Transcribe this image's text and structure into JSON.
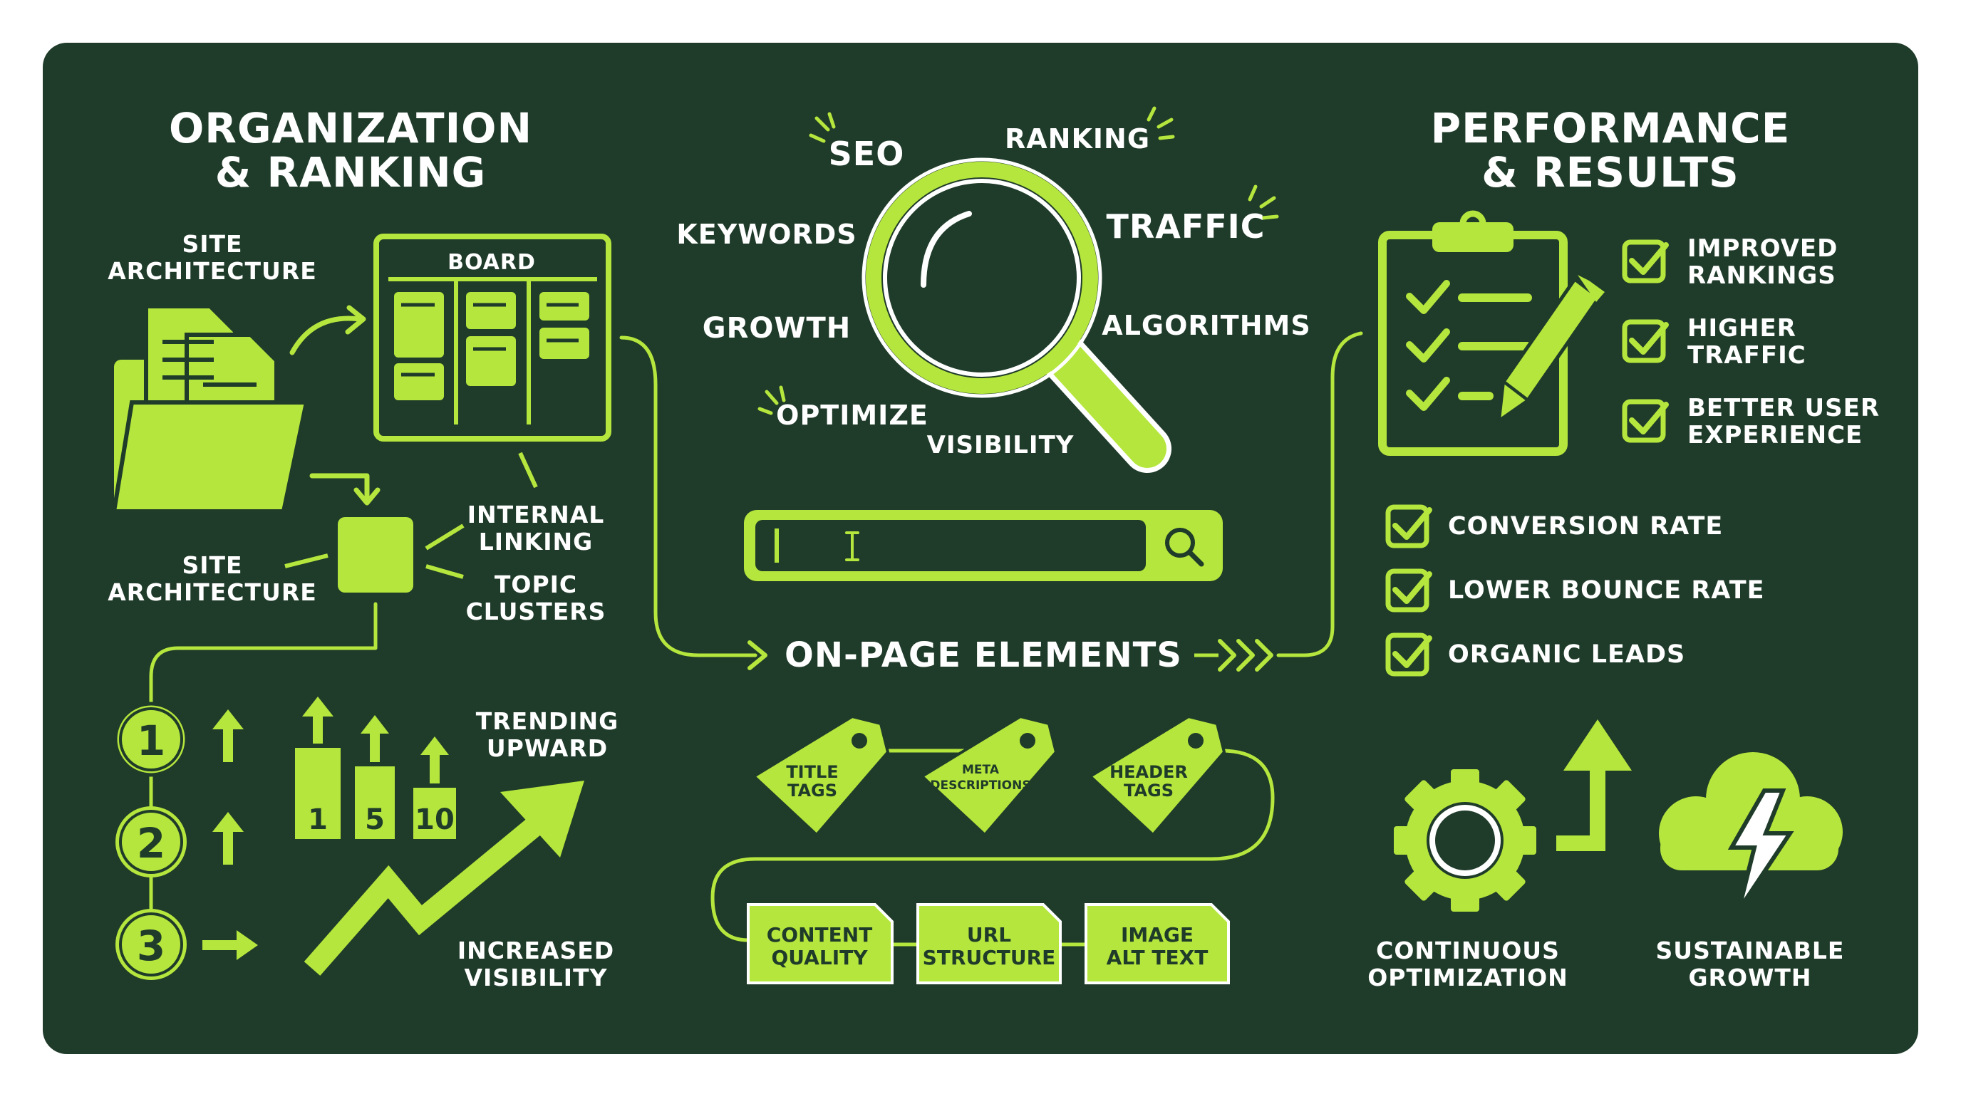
{
  "colors": {
    "background": "#1f3b2a",
    "accent": "#b5e63d",
    "text": "#ffffff"
  },
  "left": {
    "title_line1": "ORGANIZATION",
    "title_line2": "& RANKING",
    "site_arch_top_line1": "SITE",
    "site_arch_top_line2": "ARCHITECTURE",
    "board_label": "BOARD",
    "internal_linking_line1": "INTERNAL",
    "internal_linking_line2": "LINKING",
    "site_arch_bottom_line1": "SITE",
    "site_arch_bottom_line2": "ARCHITECTURE",
    "topic_clusters_line1": "TOPIC",
    "topic_clusters_line2": "CLUSTERS",
    "ranks": [
      "1",
      "2",
      "3"
    ],
    "bar_labels": [
      "1",
      "5",
      "10"
    ],
    "trending_line1": "TRENDING",
    "trending_line2": "UPWARD",
    "increased_line1": "INCREASED",
    "increased_line2": "VISIBILITY"
  },
  "center": {
    "words": {
      "seo": "SEO",
      "ranking": "RANKING",
      "keywords": "KEYWORDS",
      "traffic": "TRAFFIC",
      "growth": "GROWTH",
      "algorithms": "ALGORITHMS",
      "optimize": "OPTIMIZE",
      "visibility": "VISIBILITY"
    },
    "search_bar_icon": "search-icon",
    "on_page_label": "ON-PAGE ELEMENTS",
    "tags": [
      {
        "line1": "TITLE",
        "line2": "TAGS"
      },
      {
        "line1": "META",
        "line2": "DESCRIPTIONS"
      },
      {
        "line1": "HEADER",
        "line2": "TAGS"
      }
    ],
    "notes": [
      {
        "line1": "CONTENT",
        "line2": "QUALITY"
      },
      {
        "line1": "URL",
        "line2": "STRUCTURE"
      },
      {
        "line1": "IMAGE",
        "line2": "ALT TEXT"
      }
    ]
  },
  "right": {
    "title_line1": "PERFORMANCE",
    "title_line2": "& RESULTS",
    "checks_top": [
      {
        "line1": "IMPROVED",
        "line2": "RANKINGS"
      },
      {
        "line1": "HIGHER",
        "line2": "TRAFFIC"
      },
      {
        "line1": "BETTER USER",
        "line2": "EXPERIENCE"
      }
    ],
    "checks_bottom": [
      "CONVERSION RATE",
      "LOWER BOUNCE RATE",
      "ORGANIC LEADS"
    ],
    "continuous_line1": "CONTINUOUS",
    "continuous_line2": "OPTIMIZATION",
    "sustainable_line1": "SUSTAINABLE",
    "sustainable_line2": "GROWTH"
  }
}
